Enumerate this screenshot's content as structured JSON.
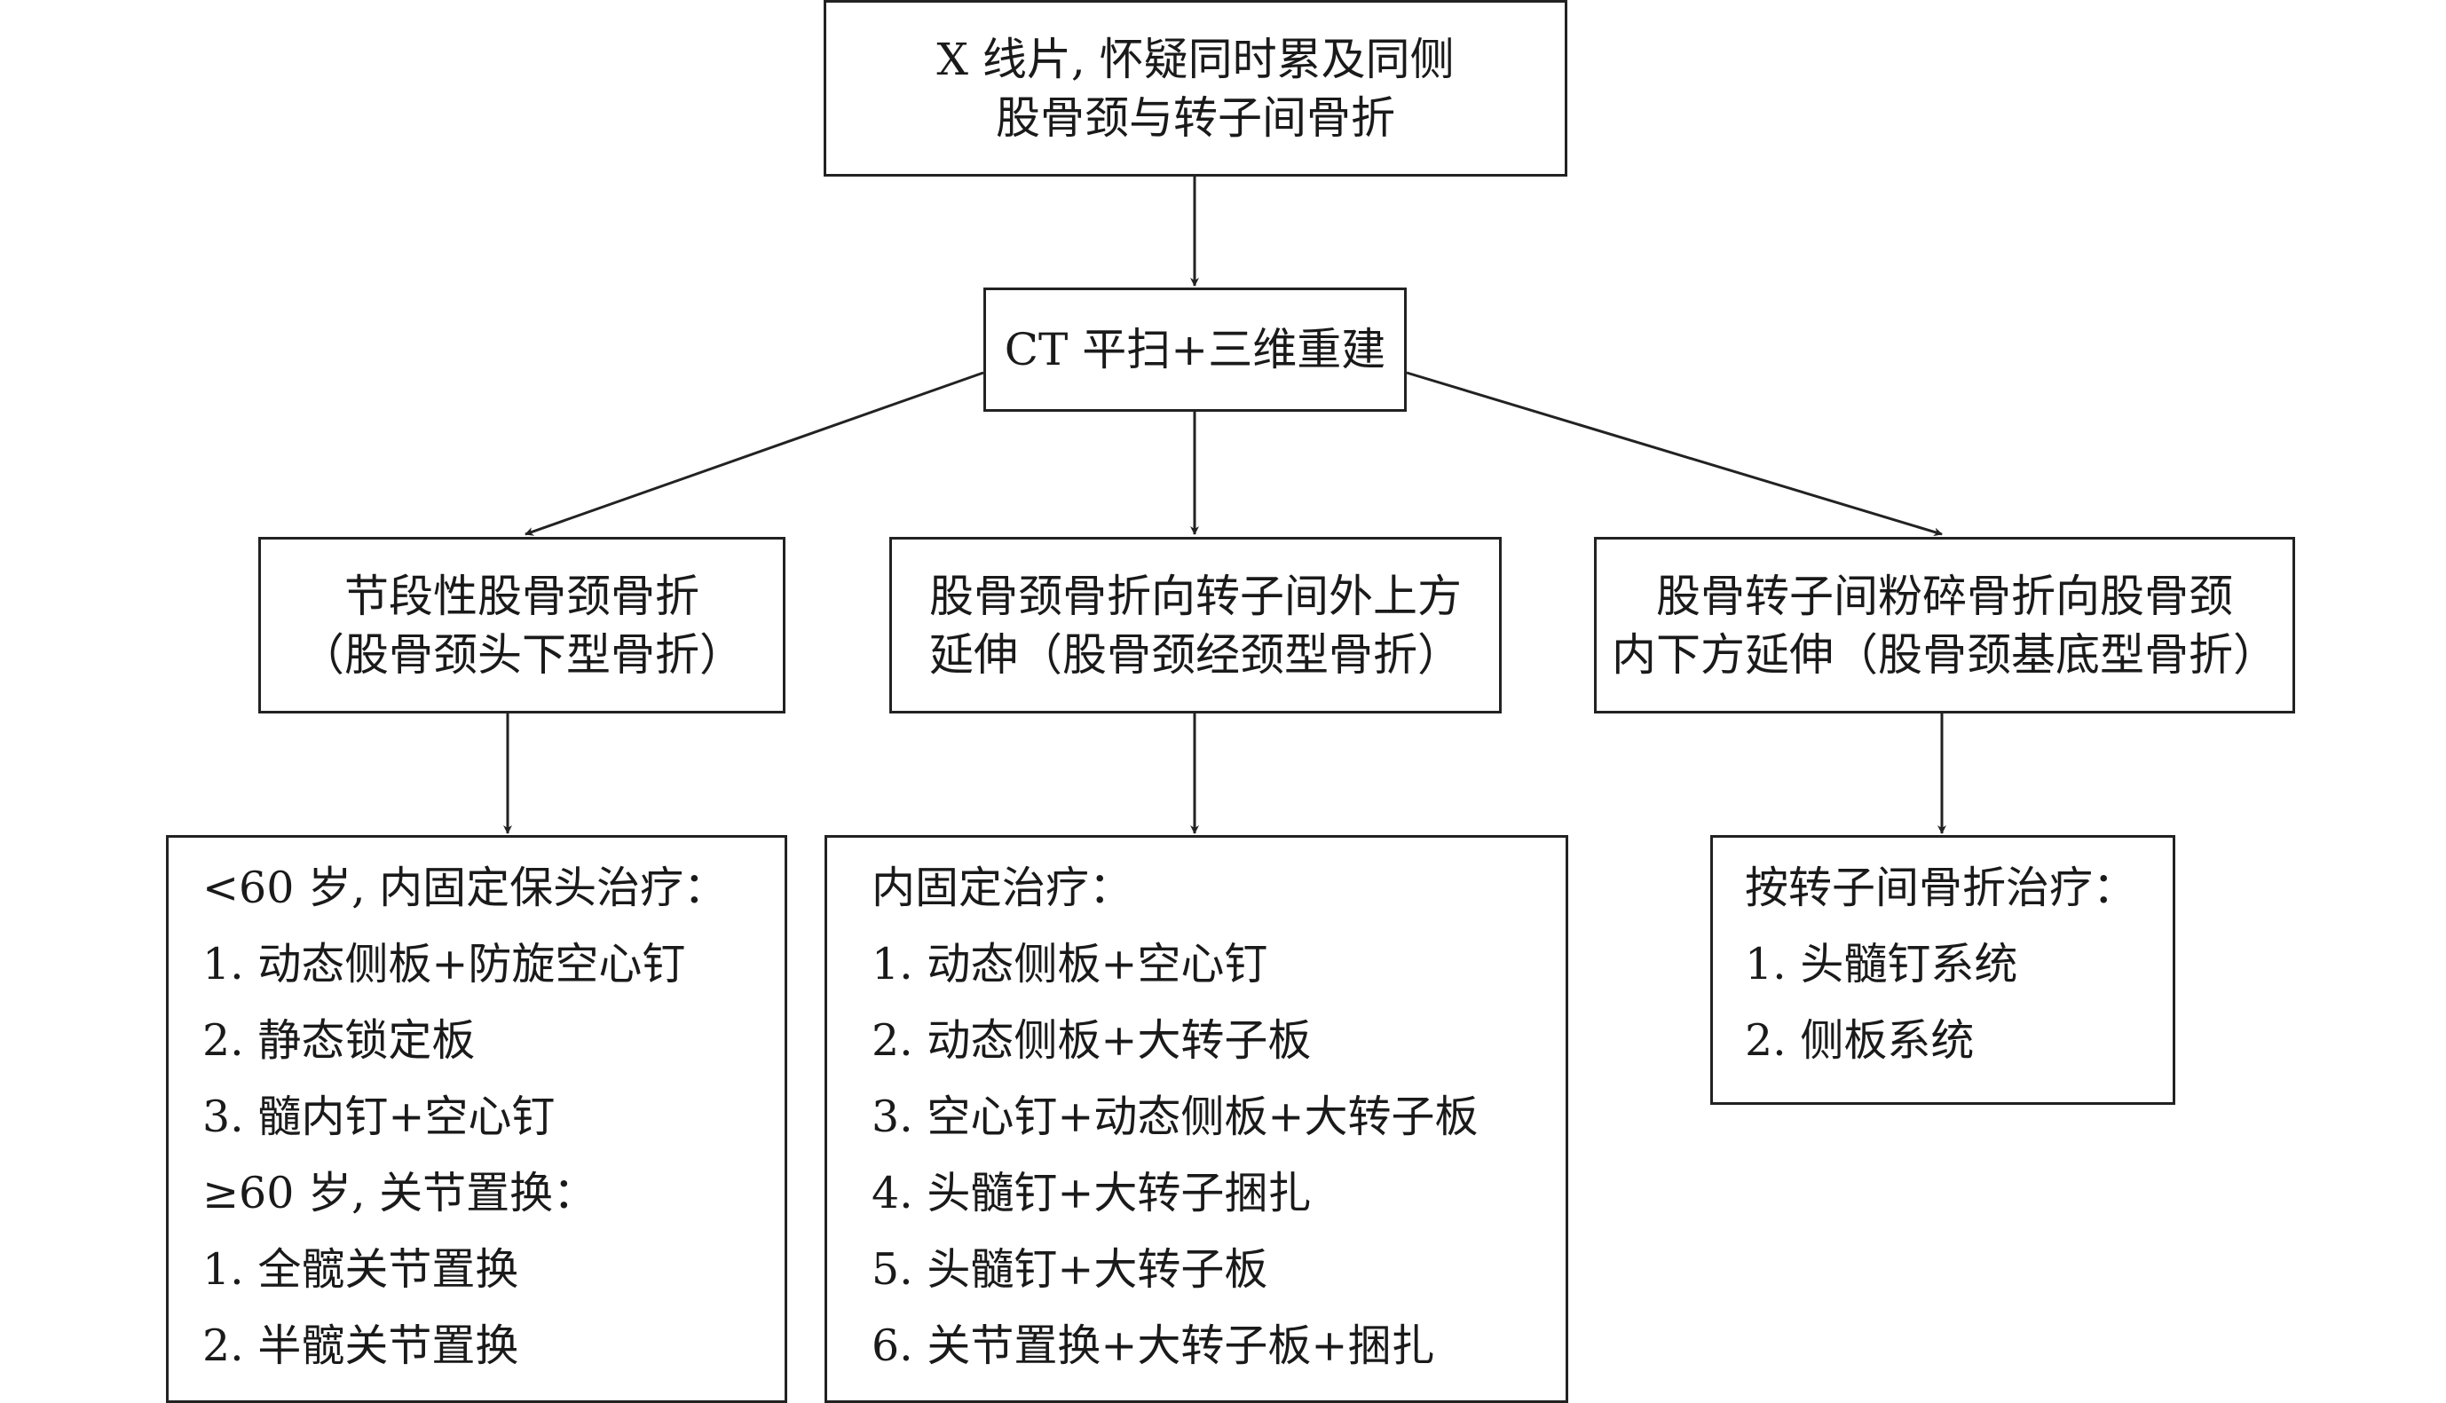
{
  "top": {
    "line1": "X 线片, 怀疑同时累及同侧",
    "line2": "股骨颈与转子间骨折"
  },
  "ct": {
    "label": "CT 平扫+三维重建"
  },
  "branches": {
    "left": {
      "line1": "节段性股骨颈骨折",
      "line2": "（股骨颈头下型骨折）"
    },
    "mid": {
      "line1": "股骨颈骨折向转子间外上方",
      "line2": "延伸（股骨颈经颈型骨折）"
    },
    "right": {
      "line1": "股骨转子间粉碎骨折向股骨颈",
      "line2": "内下方延伸（股骨颈基底型骨折）"
    }
  },
  "treatments": {
    "left": [
      "<60 岁, 内固定保头治疗：",
      "1. 动态侧板+防旋空心钉",
      "2. 静态锁定板",
      "3. 髓内钉+空心钉",
      "≥60 岁, 关节置换：",
      "1. 全髋关节置换",
      "2. 半髋关节置换"
    ],
    "mid": [
      "内固定治疗：",
      "1. 动态侧板+空心钉",
      "2. 动态侧板+大转子板",
      "3. 空心钉+动态侧板+大转子板",
      "4. 头髓钉+大转子捆扎",
      "5. 头髓钉+大转子板",
      "6. 关节置换+大转子板+捆扎"
    ],
    "right": [
      "按转子间骨折治疗：",
      "1. 头髓钉系统",
      "2. 侧板系统"
    ]
  },
  "colors": {
    "line": "#222222",
    "text": "#1a1a1a"
  }
}
